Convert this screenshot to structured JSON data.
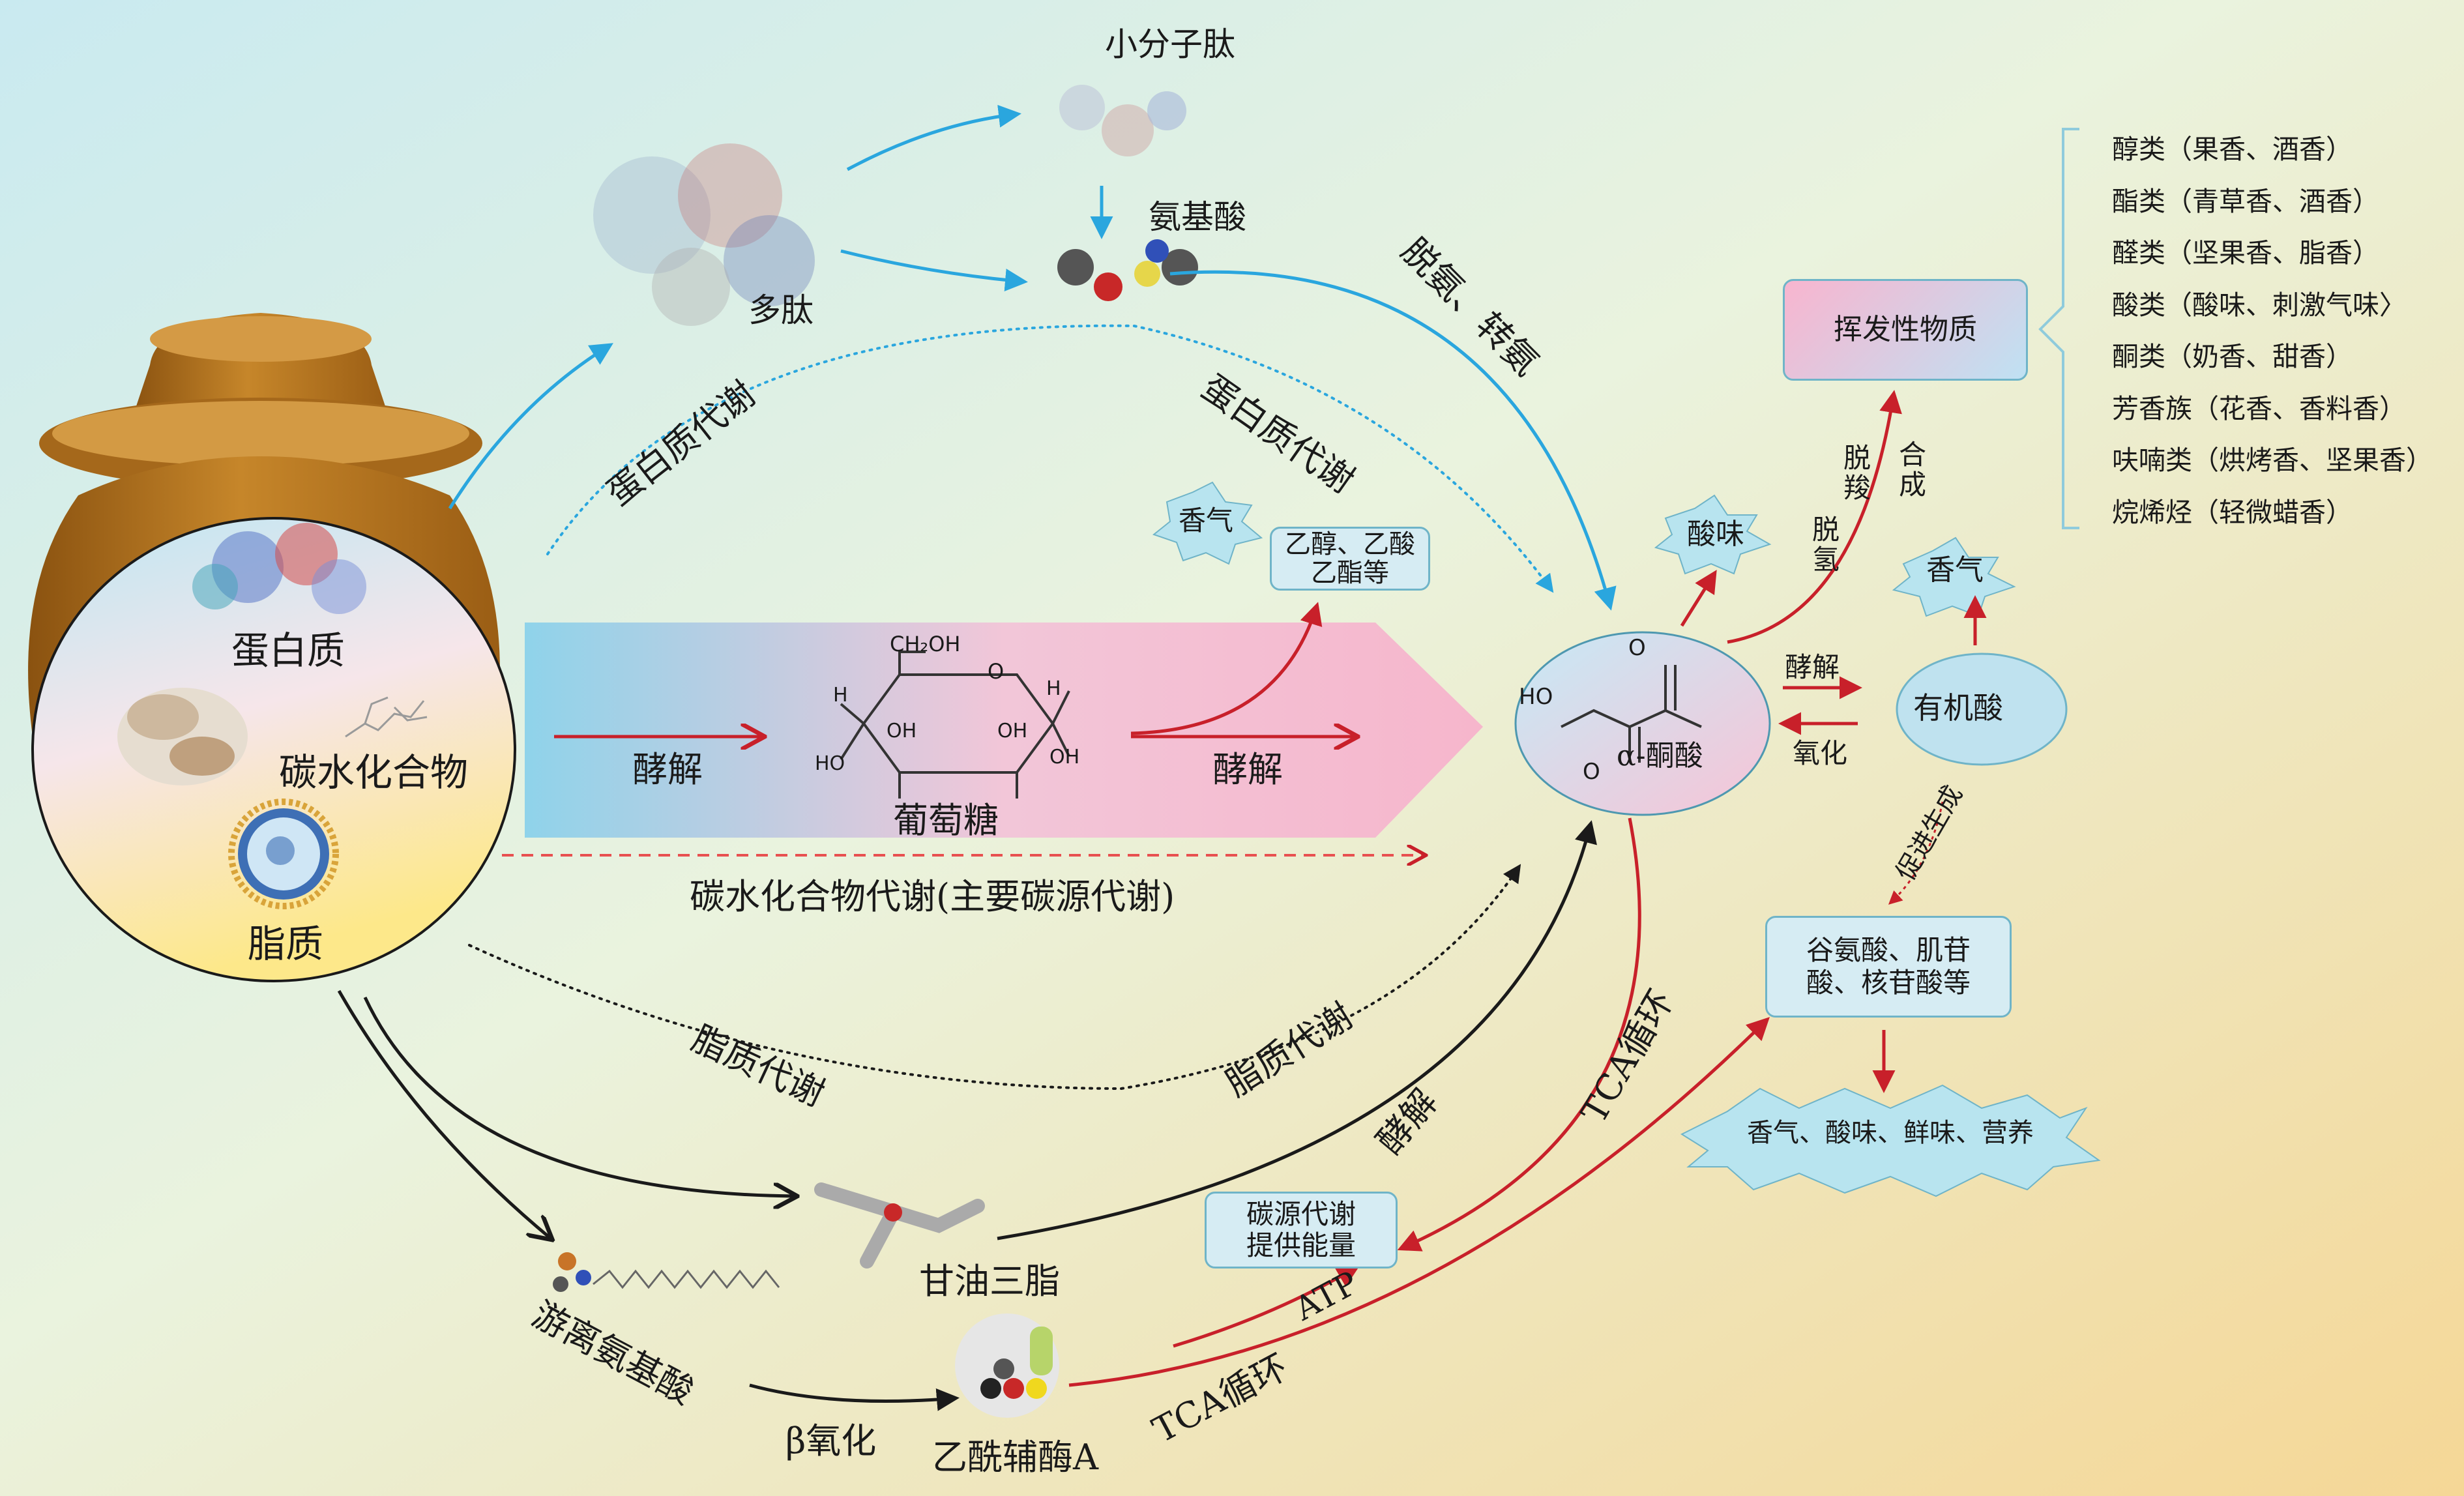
{
  "labels": {
    "small_peptide": "小分子肽",
    "amino_acid": "氨基酸",
    "polypeptide": "多肽",
    "deamination": "脱氨、转氨",
    "protein_metab_left": "蛋白质代谢",
    "protein_metab_right": "蛋白质代谢",
    "aroma_top": "香气",
    "ethanol_box": "乙醇、乙酸乙酯等",
    "glycolysis_left": "酵解",
    "glycolysis_right": "酵解",
    "glucose": "葡萄糖",
    "carb_metab": "碳水化合物代谢(主要碳源代谢)",
    "protein": "蛋白质",
    "carbohydrate": "碳水化合物",
    "lipid": "脂质",
    "lipid_metab_left": "脂质代谢",
    "lipid_metab_right": "脂质代谢",
    "glycolysis_lower": "酵解",
    "tca_cycle_upper": "TCA循环",
    "tca_cycle_lower": "TCA循环",
    "carbon_energy_box": "碳源代谢提供能量",
    "atp": "ATP",
    "triglyceride": "甘油三脂",
    "free_amino_acid": "游离氨基酸",
    "beta_oxidation": "β氧化",
    "acetyl_coa": "乙酰辅酶A",
    "keto_acid": "α-酮酸",
    "sour_taste": "酸味",
    "volatile_box": "挥发性物质",
    "decarboxylation": "脱羧",
    "dehydrogenation": "脱氢",
    "synthesis": "合成",
    "aroma_right": "香气",
    "glycolysis_acid": "酵解",
    "oxidation": "氧化",
    "organic_acid": "有机酸",
    "promote_gen": "促进生成",
    "glutamate_box": "谷氨酸、肌苷酸、核苷酸等",
    "flavor_burst": "香气、酸味、鲜味、营养"
  },
  "volatile_list": [
    "醇类（果香、酒香）",
    "酯类（青草香、酒香）",
    "醛类（坚果香、脂香）",
    "酸类（酸味、刺激气味〉",
    "酮类（奶香、甜香）",
    "芳香族（花香、香料香）",
    "呋喃类（烘烤香、坚果香）",
    "烷烯烃（轻微蜡香）"
  ],
  "chem": {
    "ch2oh": "CH₂OH",
    "o": "O",
    "h": "H",
    "oh": "OH",
    "ho": "HO"
  },
  "colors": {
    "blue_arrow": "#2aa6de",
    "red_arrow": "#c8202a",
    "black_arrow": "#1a1a1a",
    "box_fill": "#d6ecf3",
    "box_border": "#6fb4c8",
    "jar": "#b4741e"
  }
}
